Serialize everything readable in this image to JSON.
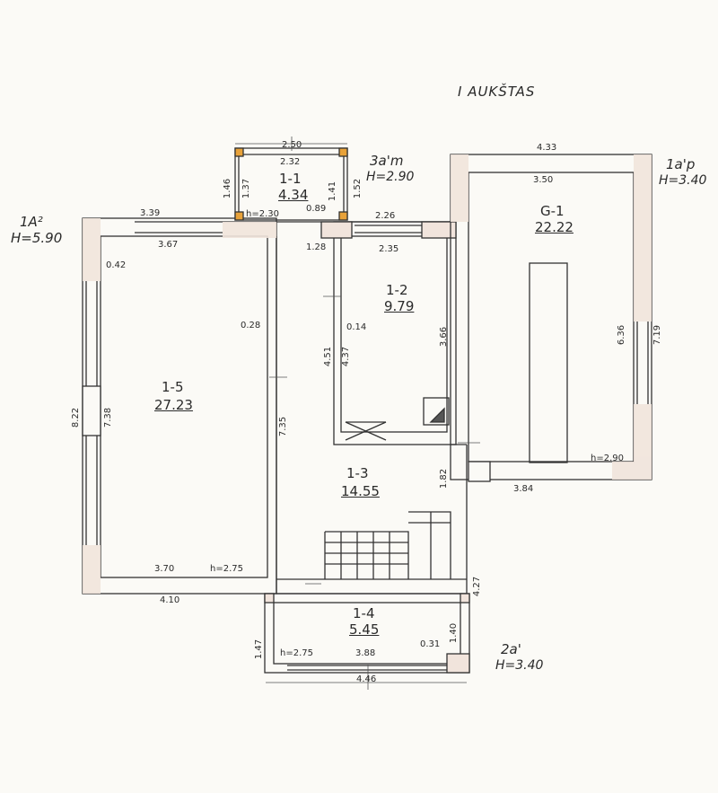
{
  "plan": {
    "title": "I AUKŠTAS",
    "volumes": [
      {
        "code": "1A²",
        "height": "H=5.90"
      },
      {
        "code": "3a'm",
        "height": "H=2.90"
      },
      {
        "code": "1a'p",
        "height": "H=3.40"
      },
      {
        "code": "2a'",
        "height": "H=3.40"
      }
    ],
    "rooms": [
      {
        "code": "1-1",
        "area": "4.34"
      },
      {
        "code": "1-2",
        "area": "9.79"
      },
      {
        "code": "1-3",
        "area": "14.55"
      },
      {
        "code": "1-4",
        "area": "5.45"
      },
      {
        "code": "1-5",
        "area": "27.23"
      },
      {
        "code": "G-1",
        "area": "22.22"
      }
    ],
    "dimensions": {
      "d_250": "2.50",
      "d_232": "2.32",
      "d_146": "1.46",
      "d_137": "1.37",
      "d_141": "1.41",
      "d_152": "1.52",
      "d_h230": "h=2.30",
      "d_089": "0.89",
      "d_339": "3.39",
      "d_367": "3.67",
      "d_042": "0.42",
      "d_128": "1.28",
      "d_226": "2.26",
      "d_235": "2.35",
      "d_433": "4.33",
      "d_350": "3.50",
      "d_028": "0.28",
      "d_014": "0.14",
      "d_451": "4.51",
      "d_437": "4.37",
      "d_366": "3.66",
      "d_636": "6.36",
      "d_719": "7.19",
      "d_822": "8.22",
      "d_738": "7.38",
      "d_735": "7.35",
      "d_182": "1.82",
      "d_h290": "h=2.90",
      "d_384": "3.84",
      "d_370": "3.70",
      "d_h275a": "h=2.75",
      "d_410": "4.10",
      "d_427": "4.27",
      "d_147": "1.47",
      "d_h275b": "h=2.75",
      "d_388": "3.88",
      "d_031": "0.31",
      "d_140": "1.40",
      "d_446": "4.46"
    }
  }
}
